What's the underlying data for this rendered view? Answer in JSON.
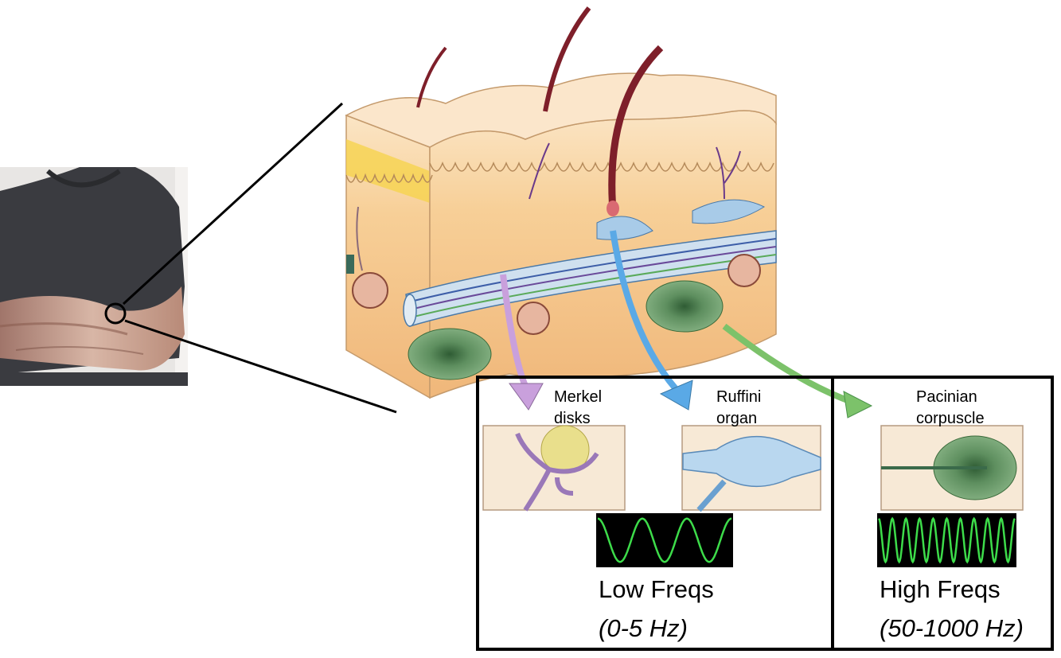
{
  "receptors": {
    "merkel": {
      "line1": "Merkel",
      "line2": "disks"
    },
    "ruffini": {
      "line1": "Ruffini",
      "line2": "organ"
    },
    "pacinian": {
      "line1": "Pacinian",
      "line2": "corpuscle"
    }
  },
  "groups": {
    "low": {
      "title": "Low Freqs",
      "range": "(0-5 Hz)",
      "wave_cycles": 3
    },
    "high": {
      "title": "High Freqs",
      "range": "(50-1000 Hz)",
      "wave_cycles": 10
    }
  },
  "colors": {
    "merkel_arrow": "#c9a0dc",
    "ruffini_arrow": "#5aa9e6",
    "pacinian_arrow": "#7cc26a",
    "skin": "#f6c98f",
    "epidermis": "#f9e3c6",
    "wave": "#3ddc4a"
  }
}
